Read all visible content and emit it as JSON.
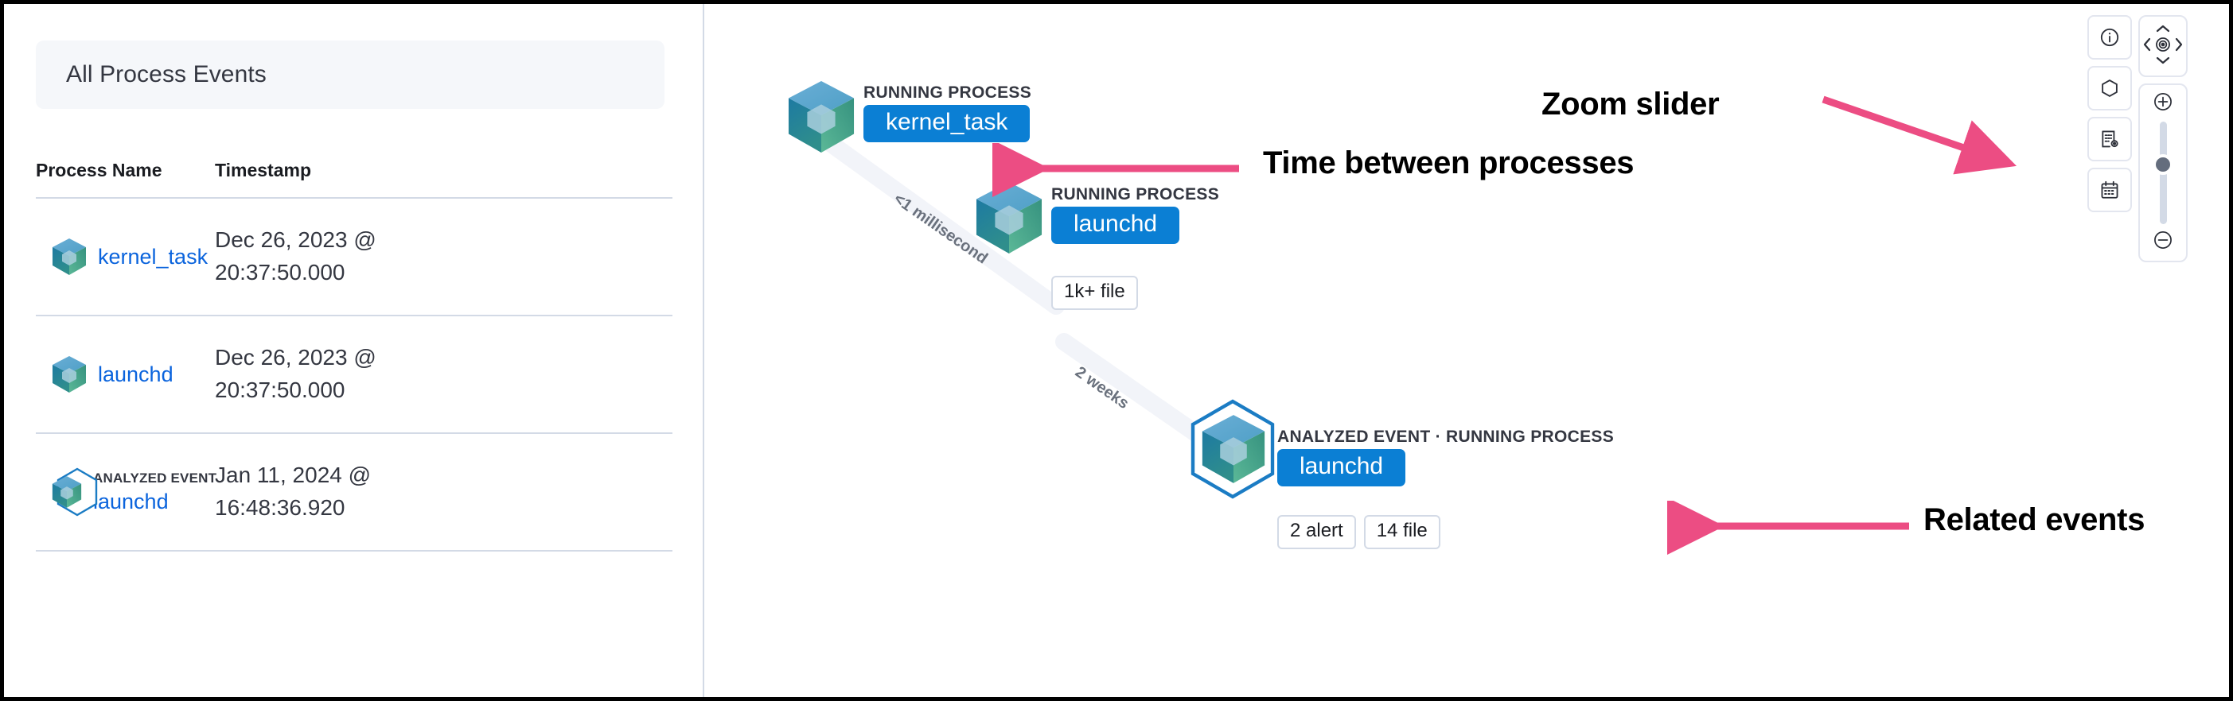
{
  "left_panel": {
    "title": "All Process Events",
    "table": {
      "columns": [
        "Process Name",
        "Timestamp"
      ],
      "rows": [
        {
          "kicker": "",
          "process": "kernel_task",
          "timestamp": "Dec 26, 2023 @ 20:37:50.000",
          "icon": "cube-icon",
          "analyzed": false
        },
        {
          "kicker": "",
          "process": "launchd",
          "timestamp": "Dec 26, 2023 @ 20:37:50.000",
          "icon": "cube-icon",
          "analyzed": false
        },
        {
          "kicker": "ANALYZED EVENT",
          "process": "launchd",
          "timestamp": "Jan 11, 2024 @ 16:48:36.920",
          "icon": "cube-hex-icon",
          "analyzed": true
        }
      ]
    }
  },
  "graph": {
    "nodes": [
      {
        "kicker": "RUNNING PROCESS",
        "label": "kernel_task",
        "analyzed": false,
        "badges": []
      },
      {
        "kicker": "RUNNING PROCESS",
        "label": "launchd",
        "analyzed": false,
        "badges": [
          "1k+ file"
        ]
      },
      {
        "kicker": "ANALYZED EVENT · RUNNING PROCESS",
        "label": "launchd",
        "analyzed": true,
        "badges": [
          "2 alert",
          "14 file"
        ]
      }
    ],
    "edges": [
      {
        "label": "<1 millisecond"
      },
      {
        "label": "2 weeks"
      }
    ]
  },
  "toolbar": {
    "buttons": [
      {
        "name": "info-icon",
        "title": "Information"
      },
      {
        "name": "hexagon-icon",
        "title": "Node legend"
      },
      {
        "name": "list-settings-icon",
        "title": "Table settings"
      },
      {
        "name": "calendar-icon",
        "title": "Date picker"
      }
    ],
    "pan": {
      "up": "chevron-up-icon",
      "left": "chevron-left-icon",
      "center": "center-target-icon",
      "right": "chevron-right-icon",
      "down": "chevron-down-icon"
    },
    "zoom": {
      "in": "plus-circle-icon",
      "out": "minus-circle-icon",
      "value_percent": 58
    }
  },
  "annotations": [
    {
      "text": "Zoom slider"
    },
    {
      "text": "Time between processes"
    },
    {
      "text": "Related events"
    }
  ],
  "colors": {
    "accent_blue": "#0b7fd4",
    "link_blue": "#0b64dd",
    "annotation_pink": "#ec4d83",
    "border_gray": "#d3dae6",
    "panel_bg": "#f5f7fa",
    "text_dark": "#343741"
  }
}
